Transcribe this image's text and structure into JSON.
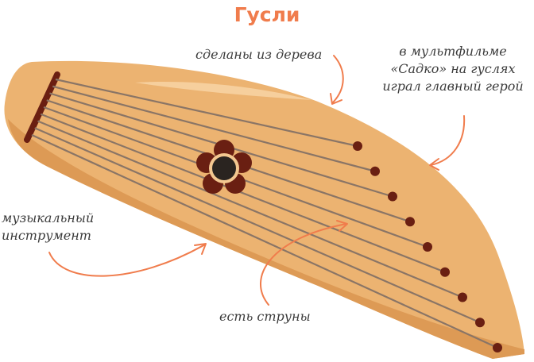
{
  "title": "Гусли",
  "annotations": {
    "wood": "сделаны из дерева",
    "cartoon": [
      "в мультфильме",
      "«Садко» на гуслях",
      "играл главный герой"
    ],
    "instrument": [
      "музыкальный",
      "инструмент"
    ],
    "strings": "есть струны"
  },
  "colors": {
    "title": "#f07c4c",
    "arrow": "#f07c4c",
    "body": "#ecb371",
    "body_shadow": "#dd9a55",
    "highlight": "#f6cf9d",
    "peg": "#6a1f12",
    "string": "#8a7566",
    "rosette": "#6a1f12",
    "rosette_ring": "#f3c790",
    "soundhole": "#2a2420",
    "text": "#3b3b3b"
  },
  "icons": {
    "instrument": "gusli-illustration",
    "arrow": "curved-arrow"
  },
  "string_count": 9
}
